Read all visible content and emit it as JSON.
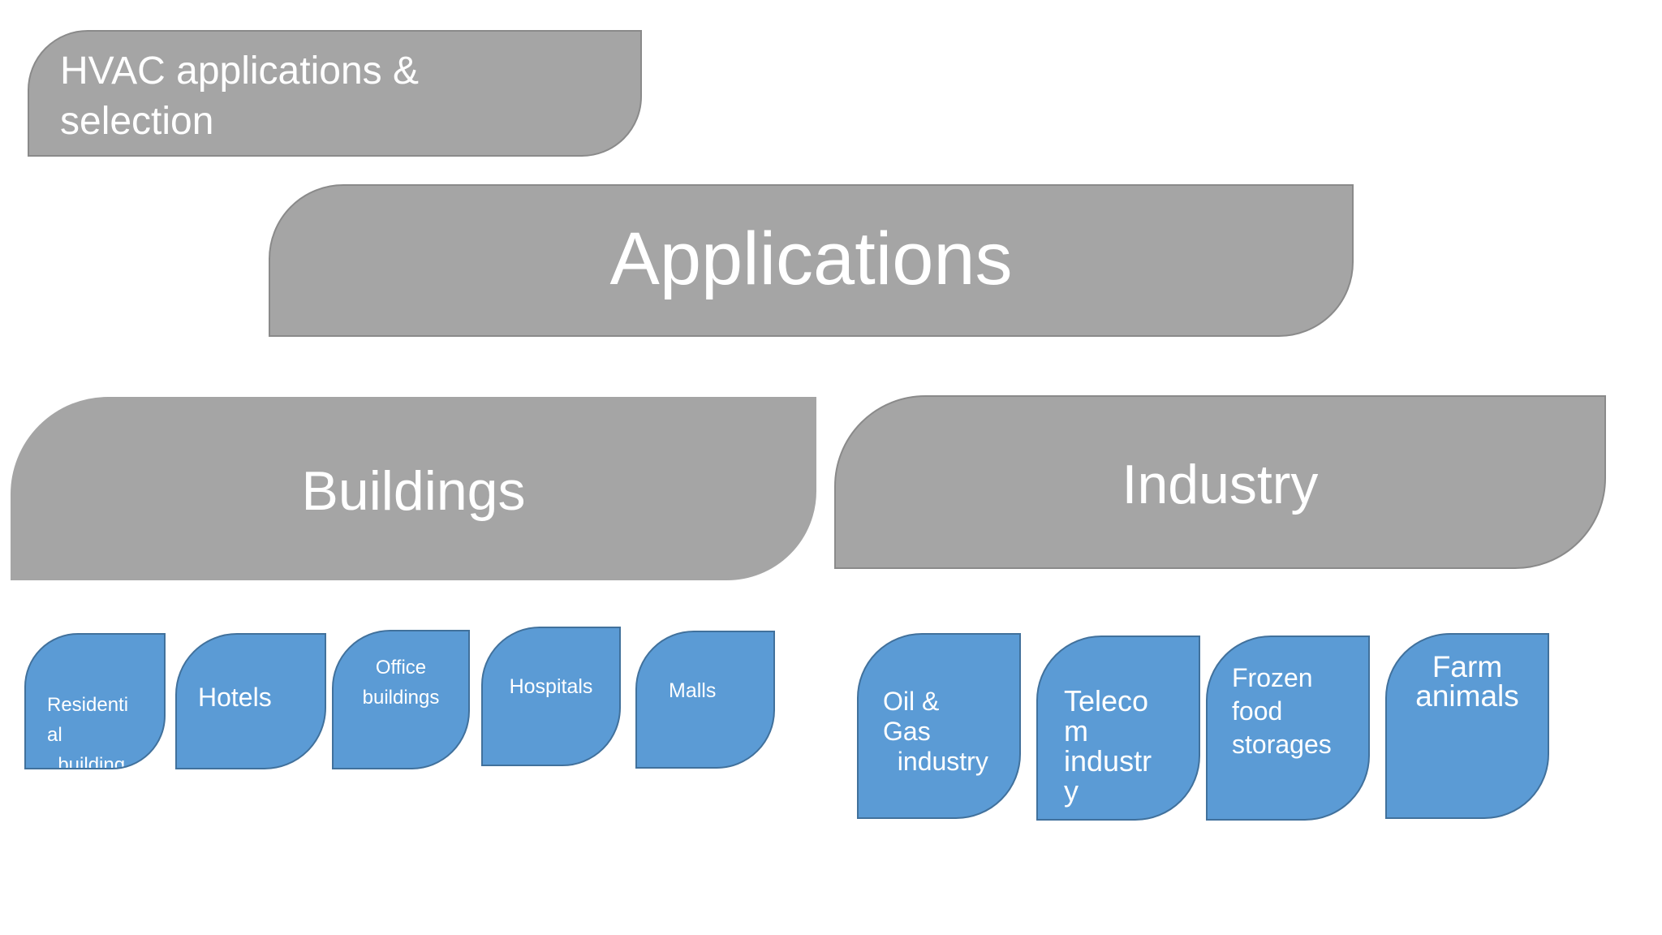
{
  "slide": {
    "title": "HVAC applications &\nselection",
    "root": "Applications",
    "groups": {
      "buildings": {
        "label": "Buildings",
        "items": [
          {
            "label": "Residenti\nal\n  building"
          },
          {
            "label": "Hotels"
          },
          {
            "label": "Office\nbuildings"
          },
          {
            "label": "Hospitals"
          },
          {
            "label": "Malls"
          }
        ]
      },
      "industry": {
        "label": "Industry",
        "items": [
          {
            "label": "Oil &\nGas\n  industry"
          },
          {
            "label": "Teleco\nm\nindustr\ny"
          },
          {
            "label": "Frozen\nfood\nstorages"
          },
          {
            "label": "Farm\nanimals"
          }
        ]
      }
    }
  },
  "colors": {
    "heading_fill": "#a5a5a5",
    "heading_border": "#8a8a8a",
    "leaf_fill": "#5b9bd5",
    "leaf_border": "#41719c",
    "text": "#ffffff"
  }
}
